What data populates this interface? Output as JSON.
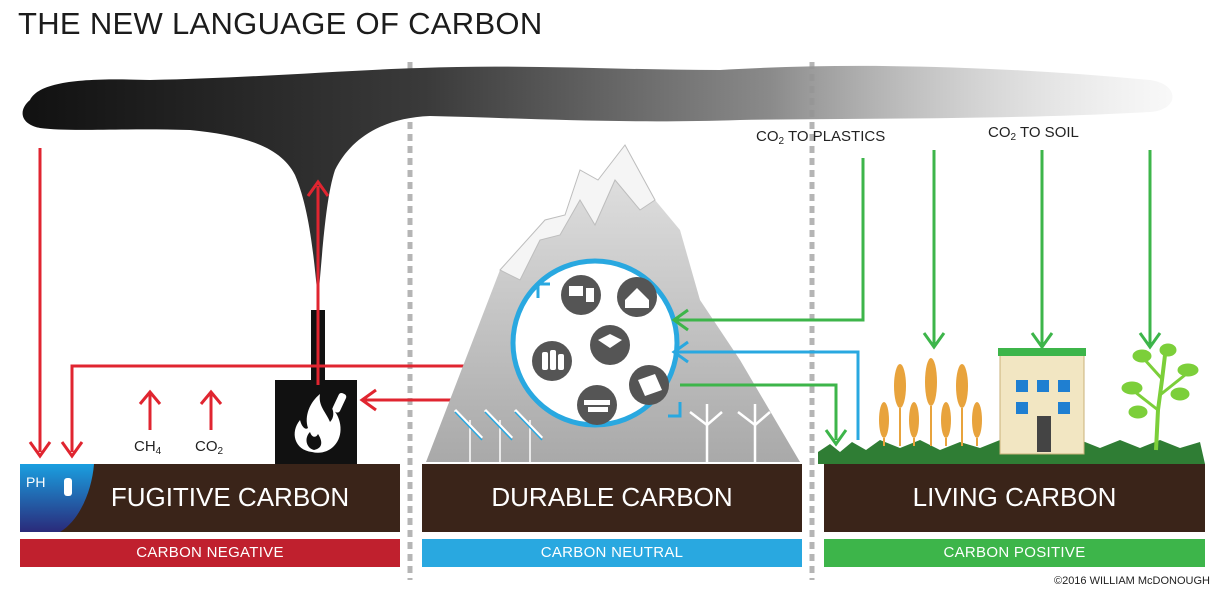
{
  "title": "THE NEW LANGUAGE OF CARBON",
  "panels": [
    {
      "name": "FUGITIVE CARBON",
      "band": "CARBON NEGATIVE",
      "color": "#c0202e"
    },
    {
      "name": "DURABLE CARBON",
      "band": "CARBON NEUTRAL",
      "color": "#29a8e0"
    },
    {
      "name": "LIVING CARBON",
      "band": "CARBON POSITIVE",
      "color": "#3db54a"
    }
  ],
  "labels": {
    "co2_plastics_prefix": "CO",
    "co2_plastics_sub": "2",
    "co2_plastics_suffix": " TO PLASTICS",
    "co2_soil_prefix": "CO",
    "co2_soil_sub": "2",
    "co2_soil_suffix": " TO SOIL",
    "ch4_prefix": "CH",
    "ch4_sub": "4",
    "co2_prefix": "CO",
    "co2_sub": "2",
    "ph": "PH"
  },
  "copyright": "©2016 WILLIAM McDONOUGH",
  "colors": {
    "soil": "#3a2419",
    "red_arrow": "#e02530",
    "green_arrow": "#3db54a",
    "blue_arrow": "#29a8e0",
    "divider": "#b0b0b0"
  }
}
